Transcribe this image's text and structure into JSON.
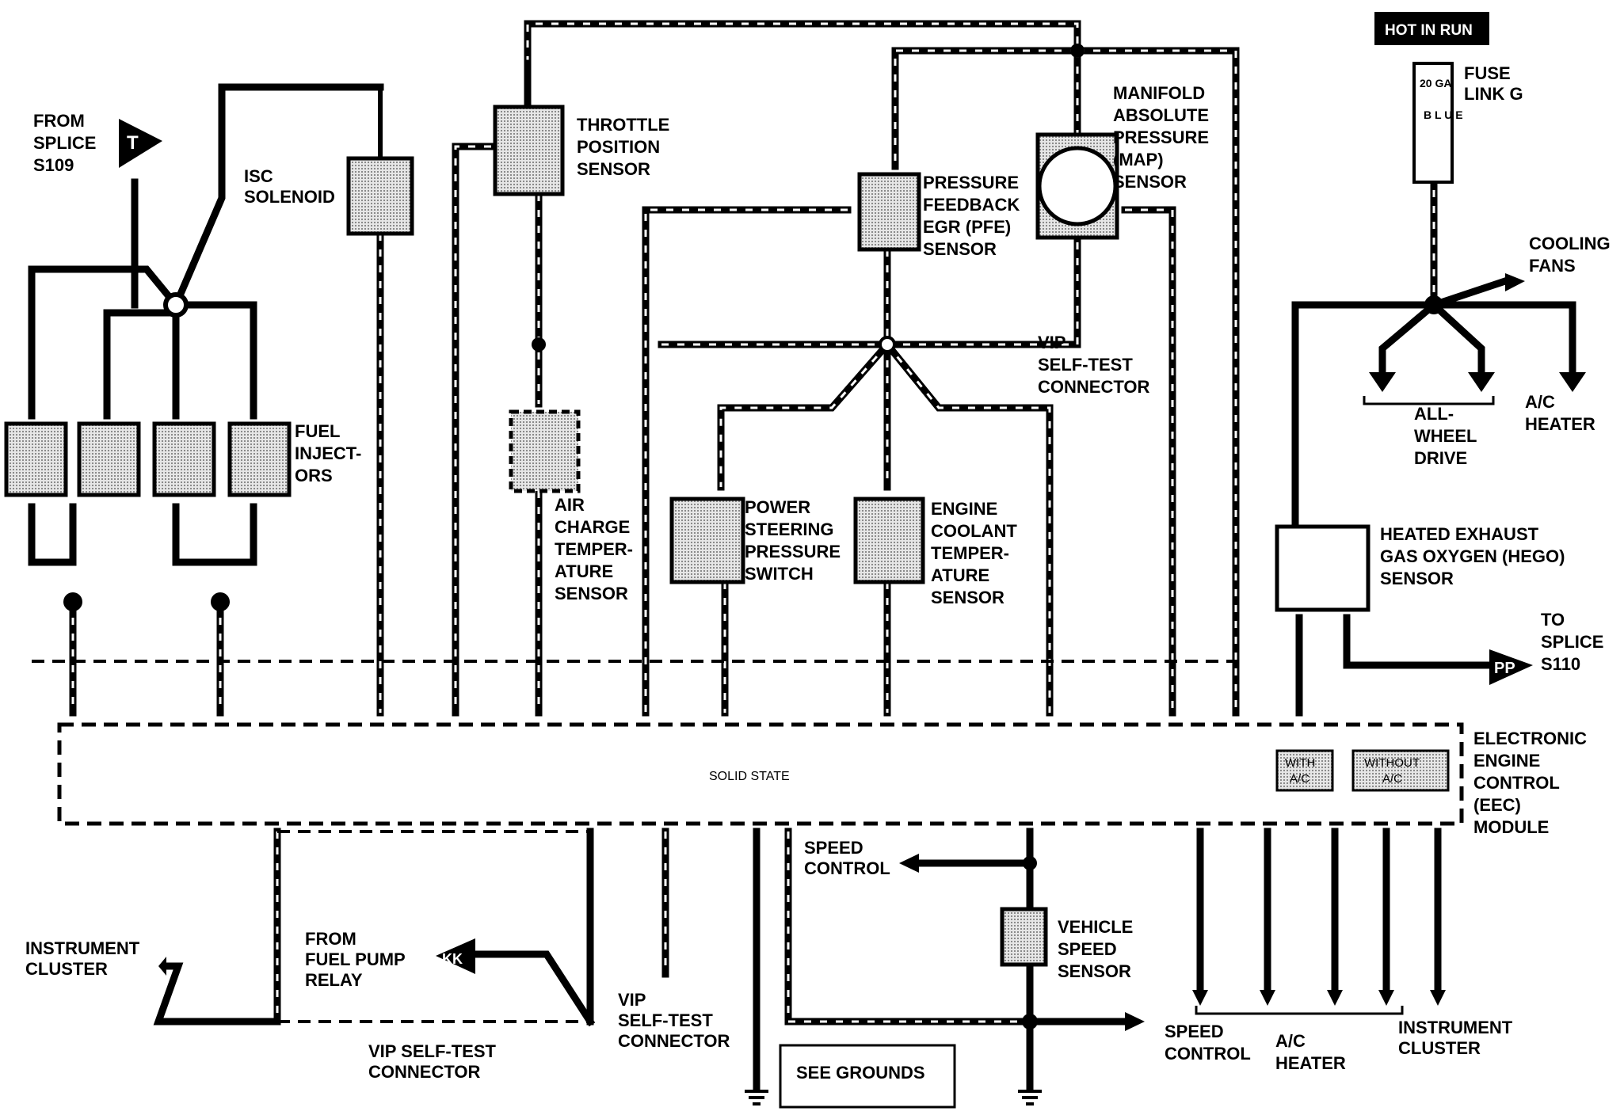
{
  "colors": {
    "ink": "#000000",
    "paper": "#ffffff",
    "shade": "#d9d9d9"
  },
  "labels": {
    "hot_in_run": "HOT IN RUN",
    "fuse_20ga": "20 GA",
    "fuse_blue": "B L U E",
    "fuse_link": "FUSE",
    "fuse_link2": "LINK G",
    "from_splice": "FROM",
    "from_splice2": "SPLICE",
    "from_splice3": "S109",
    "tag_t": "T",
    "isc": "ISC",
    "isc2": "SOLENOID",
    "fuel": "FUEL",
    "fuel2": "INJECT-",
    "fuel3": "ORS",
    "tps": "THROTTLE",
    "tps2": "POSITION",
    "tps3": "SENSOR",
    "act": "AIR",
    "act2": "CHARGE",
    "act3": "TEMPER-",
    "act4": "ATURE",
    "act5": "SENSOR",
    "pfe": "PRESSURE",
    "pfe2": "FEEDBACK",
    "pfe3": "EGR (PFE)",
    "pfe4": "SENSOR",
    "map": "MANIFOLD",
    "map2": "ABSOLUTE",
    "map3": "PRESSURE",
    "map4": "(MAP)",
    "map5": "SENSOR",
    "vip": "VIP",
    "vip2": "SELF-TEST",
    "vip3": "CONNECTOR",
    "pss": "POWER",
    "pss2": "STEERING",
    "pss3": "PRESSURE",
    "pss4": "SWITCH",
    "ect": "ENGINE",
    "ect2": "COOLANT",
    "ect3": "TEMPER-",
    "ect4": "ATURE",
    "ect5": "SENSOR",
    "cooling": "COOLING",
    "cooling2": "FANS",
    "awd": "ALL-",
    "awd2": "WHEEL",
    "awd3": "DRIVE",
    "ach": "A/C",
    "ach2": "HEATER",
    "hego": "HEATED EXHAUST",
    "hego2": "GAS OXYGEN (HEGO)",
    "hego3": "SENSOR",
    "to_splice": "TO",
    "to_splice2": "SPLICE",
    "to_splice3": "S110",
    "tag_pp": "PP",
    "tag_kk": "KK",
    "eec": "ELECTRONIC",
    "eec2": "ENGINE",
    "eec3": "CONTROL",
    "eec4": "(EEC)",
    "eec5": "MODULE",
    "solid_state": "SOLID STATE",
    "with_ac": "WITH",
    "with_ac2": "A/C",
    "without_ac": "WITHOUT",
    "without_ac2": "A/C",
    "ic_left": "INSTRUMENT",
    "ic_left2": "CLUSTER",
    "fuel_pump": "FROM",
    "fuel_pump2": "FUEL PUMP",
    "fuel_pump3": "RELAY",
    "vip_bot": "VIP SELF-TEST",
    "vip_bot2": "CONNECTOR",
    "vip_mid": "VIP",
    "vip_mid2": "SELF-TEST",
    "vip_mid3": "CONNECTOR",
    "speed_ctrl": "SPEED",
    "speed_ctrl2": "CONTROL",
    "vss": "VEHICLE",
    "vss2": "SPEED",
    "vss3": "SENSOR",
    "see_grounds": "SEE GROUNDS",
    "speed_ctrl_b": "SPEED",
    "speed_ctrl_b2": "CONTROL",
    "ac_heater_b": "A/C",
    "ac_heater_b2": "HEATER",
    "ic_right": "INSTRUMENT",
    "ic_right2": "CLUSTER"
  }
}
